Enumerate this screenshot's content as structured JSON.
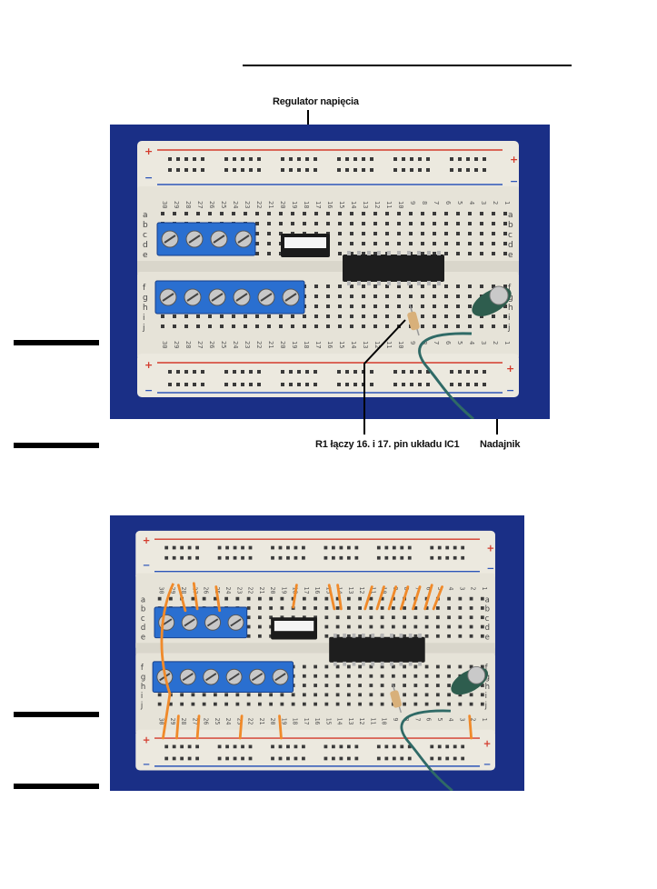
{
  "labels": {
    "regulator": "Regulator napięcia",
    "resistor": "R1 łączy 16. i 17. pin układu IC1",
    "transmitter": "Nadajnik"
  },
  "breadboard": {
    "column_numbers": [
      "30",
      "29",
      "28",
      "27",
      "26",
      "25",
      "24",
      "23",
      "22",
      "21",
      "20",
      "19",
      "18",
      "17",
      "16",
      "15",
      "14",
      "13",
      "12",
      "11",
      "10",
      "9",
      "8",
      "7",
      "6",
      "5",
      "4",
      "3",
      "2",
      "1"
    ],
    "upper_row_letters": [
      "a",
      "b",
      "c",
      "d",
      "e"
    ],
    "lower_row_letters": [
      "f",
      "g",
      "h",
      "i",
      "j"
    ],
    "plus_sign": "+",
    "minus_sign": "−"
  },
  "colors": {
    "photo_background": "#1a2f86",
    "board": "#ece9df",
    "rail_red": "#d33a2c",
    "rail_blue": "#2d55b8",
    "terminal_block": "#2a6fd0",
    "jumper_wire": "#f08a2a",
    "antenna_wire": "#2f6a66"
  }
}
